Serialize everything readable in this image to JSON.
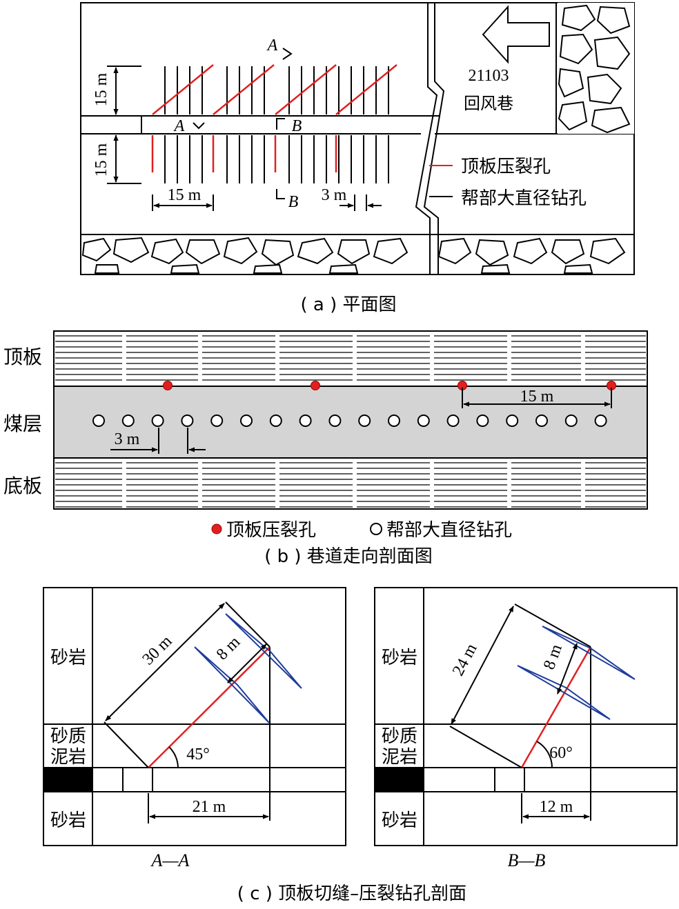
{
  "panel_a": {
    "caption": "( a ) 平面图",
    "dim_top": "15 m",
    "dim_bottom": "15 m",
    "dim_spacing_red": "15 m",
    "dim_spacing_black": "3 m",
    "section_a": "A",
    "section_b": "B",
    "roadway_id": "21103",
    "roadway_name": "回风巷",
    "legend_red": "顶板压裂孔",
    "legend_black": "帮部大直径钻孔"
  },
  "panel_b": {
    "caption": "( b ) 巷道走向剖面图",
    "label_roof": "顶板",
    "label_coal": "煤层",
    "label_floor": "底板",
    "dim_spacing_red": "15 m",
    "dim_spacing_black": "3 m",
    "legend_red": "顶板压裂孔",
    "legend_black": "帮部大直径钻孔"
  },
  "panel_c": {
    "caption": "( c ) 顶板切缝–压裂钻孔剖面",
    "left": {
      "title": "A—A",
      "rock_top": "砂岩",
      "rock_mid_1": "砂质",
      "rock_mid_2": "泥岩",
      "rock_bottom": "砂岩",
      "dim_length": "30 m",
      "dim_spacing": "8 m",
      "angle": "45°",
      "dim_horizontal": "21 m"
    },
    "right": {
      "title": "B—B",
      "rock_top": "砂岩",
      "rock_mid_1": "砂质",
      "rock_mid_2": "泥岩",
      "rock_bottom": "砂岩",
      "dim_length": "24 m",
      "dim_spacing": "8 m",
      "angle": "60°",
      "dim_horizontal": "12 m"
    }
  },
  "colors": {
    "fracture_hole": "#e02020",
    "large_borehole": "#000000",
    "fracture_zone": "#1f3c9c",
    "coal_seam": "#d4d4d4"
  }
}
